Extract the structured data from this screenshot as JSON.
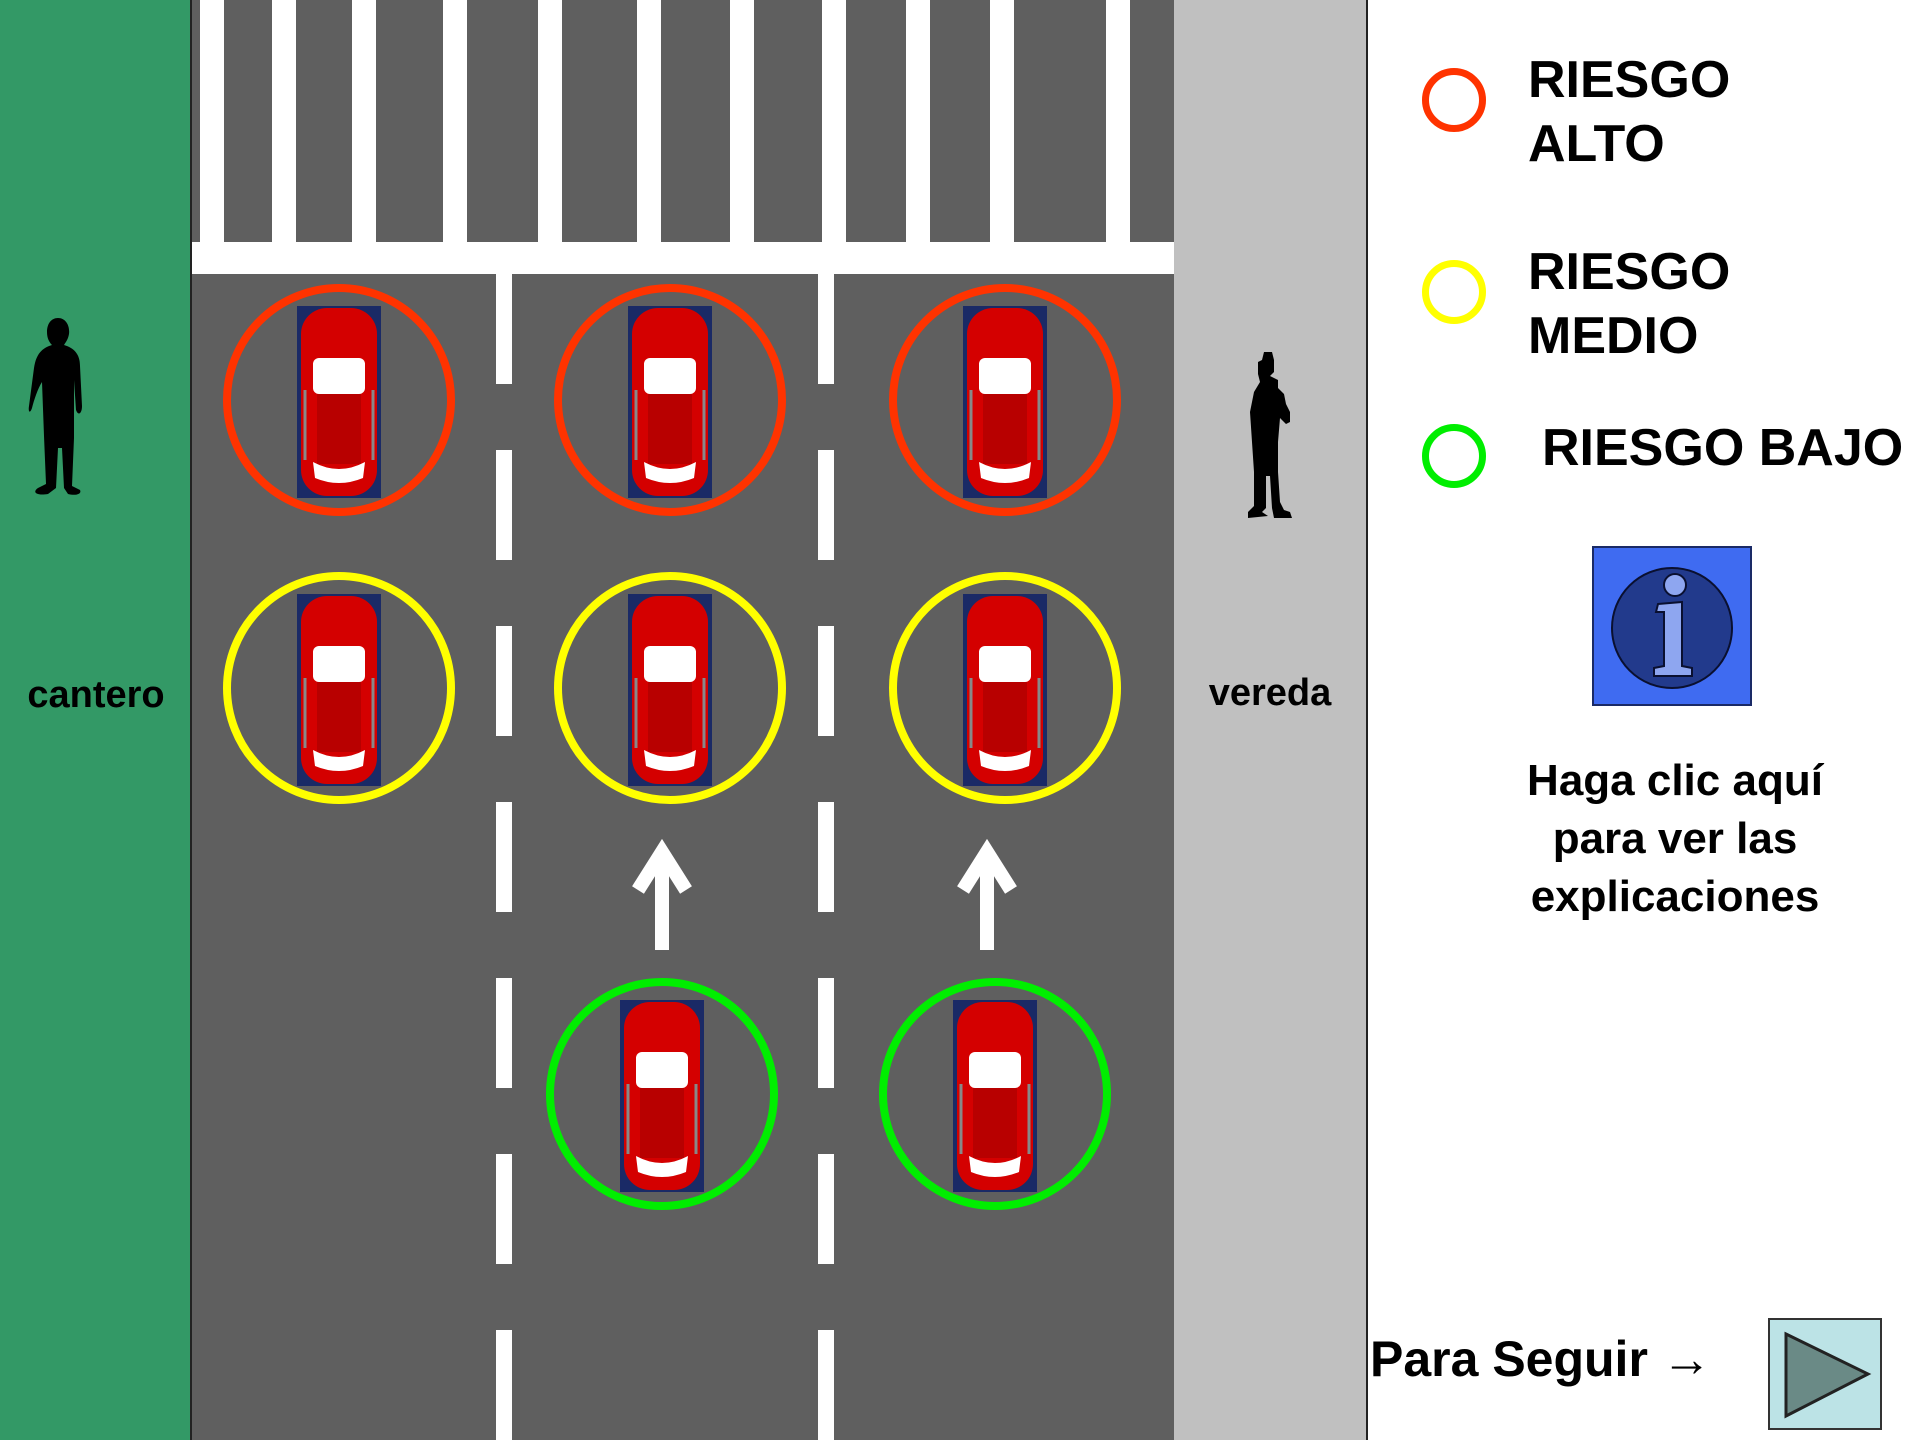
{
  "zones": {
    "median_label": "cantero",
    "sidewalk_label": "vereda"
  },
  "legend": [
    {
      "label": "RIESGO\nALTO",
      "color": "#ff3300",
      "icon": "red-ring-icon"
    },
    {
      "label": "RIESGO\nMEDIO",
      "color": "#ffff00",
      "icon": "yellow-ring-icon"
    },
    {
      "label": "RIESGO BAJO",
      "color": "#00ee00",
      "icon": "green-ring-icon"
    }
  ],
  "info": {
    "icon": "info-icon",
    "caption": "Haga clic aquí\npara ver las\nexplicaciones"
  },
  "navigation": {
    "next_label": "Para Seguir →",
    "next_icon": "play-triangle-icon"
  },
  "scene": {
    "lanes": 3,
    "cars": [
      {
        "lane": 1,
        "row": "front",
        "risk": "alto"
      },
      {
        "lane": 2,
        "row": "front",
        "risk": "alto"
      },
      {
        "lane": 3,
        "row": "front",
        "risk": "alto"
      },
      {
        "lane": 1,
        "row": "middle",
        "risk": "medio"
      },
      {
        "lane": 2,
        "row": "middle",
        "risk": "medio"
      },
      {
        "lane": 3,
        "row": "middle",
        "risk": "medio"
      },
      {
        "lane": 2,
        "row": "back",
        "risk": "bajo"
      },
      {
        "lane": 3,
        "row": "back",
        "risk": "bajo"
      }
    ],
    "risk_colors": {
      "alto": "#ff3300",
      "medio": "#ffff00",
      "bajo": "#00ee00"
    },
    "car_color": "#d40000",
    "marking_color": "#ffffff"
  }
}
